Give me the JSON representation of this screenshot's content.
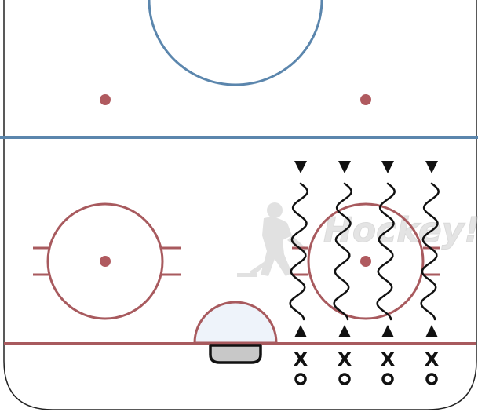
{
  "colors": {
    "blue_line": "#5b86ad",
    "red_line": "#a85a5e",
    "dot": "#b05a5f",
    "crease_fill": "#eef3fa",
    "net_fill": "#c8c8c8",
    "board": "#222222",
    "path": "#111111",
    "watermark": "#d6d6d6"
  },
  "watermark": {
    "text": "Hockey!"
  },
  "players": [
    {
      "id": 1,
      "top_symbol": "X",
      "bottom_symbol": "O"
    },
    {
      "id": 2,
      "top_symbol": "X",
      "bottom_symbol": "O"
    },
    {
      "id": 3,
      "top_symbol": "X",
      "bottom_symbol": "O"
    },
    {
      "id": 4,
      "top_symbol": "X",
      "bottom_symbol": "O"
    }
  ],
  "icons": {
    "skater": "skater-silhouette-icon",
    "start": "triangle-up-icon",
    "end": "triangle-down-icon"
  }
}
